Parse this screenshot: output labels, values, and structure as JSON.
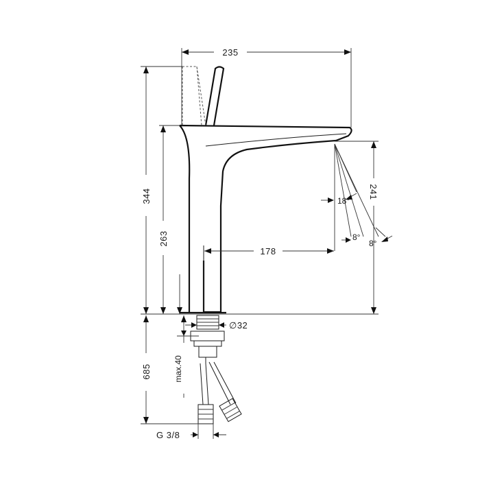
{
  "drawing": {
    "dimensions": {
      "overall_width": "235",
      "overall_height": "344",
      "spout_height": "263",
      "spout_reach": "178",
      "outlet_height": "241",
      "base_diameter": "∅32",
      "below_height": "685",
      "max_thickness": "max.40",
      "connection_thread": "G 3/8"
    },
    "angles": {
      "first": "18°",
      "second": "8°",
      "third": "8°"
    },
    "colors": {
      "line": "#1a1a1a",
      "background": "#ffffff"
    }
  }
}
